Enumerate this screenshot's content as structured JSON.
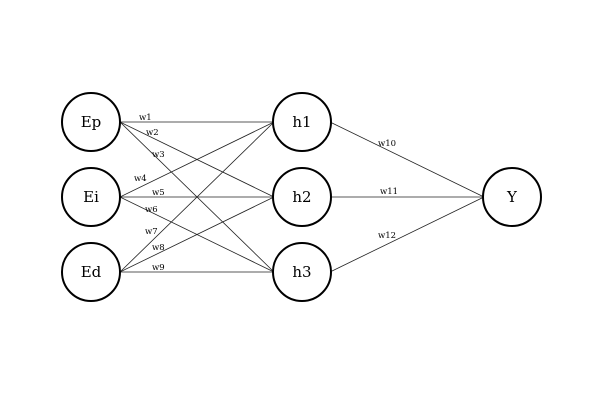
{
  "nodes": {
    "input": [
      "Ep",
      "Ei",
      "Ed"
    ],
    "hidden": [
      "h1",
      "h2",
      "h3"
    ],
    "output": [
      "Y"
    ]
  },
  "weights": [
    "w1",
    "w2",
    "w3",
    "w4",
    "w5",
    "w6",
    "w7",
    "w8",
    "w9",
    "w10",
    "w11",
    "w12"
  ],
  "edges": [
    {
      "from": "Ep",
      "to": "h1",
      "weight": "w1"
    },
    {
      "from": "Ep",
      "to": "h2",
      "weight": "w2"
    },
    {
      "from": "Ep",
      "to": "h3",
      "weight": "w3"
    },
    {
      "from": "Ei",
      "to": "h1",
      "weight": "w4"
    },
    {
      "from": "Ei",
      "to": "h2",
      "weight": "w5"
    },
    {
      "from": "Ei",
      "to": "h3",
      "weight": "w6"
    },
    {
      "from": "Ed",
      "to": "h1",
      "weight": "w7"
    },
    {
      "from": "Ed",
      "to": "h2",
      "weight": "w8"
    },
    {
      "from": "Ed",
      "to": "h3",
      "weight": "w9"
    },
    {
      "from": "h1",
      "to": "Y",
      "weight": "w10"
    },
    {
      "from": "h2",
      "to": "Y",
      "weight": "w11"
    },
    {
      "from": "h3",
      "to": "Y",
      "weight": "w12"
    }
  ]
}
